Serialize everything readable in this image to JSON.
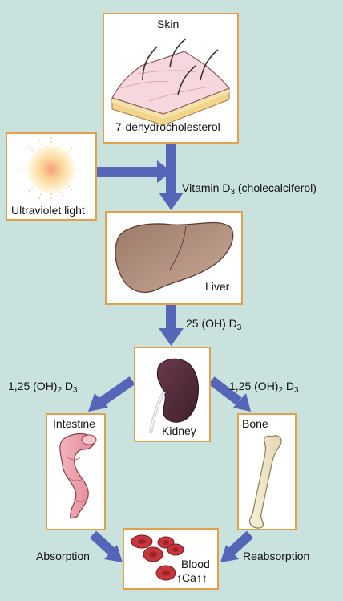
{
  "boxes": {
    "skin": {
      "title": "Skin",
      "caption": "7-dehydrocholesterol"
    },
    "uv": {
      "caption": "Ultraviolet light"
    },
    "liver": {
      "caption": "Liver"
    },
    "kidney": {
      "caption": "Kidney"
    },
    "intestine": {
      "caption": "Intestine"
    },
    "bone": {
      "caption": "Bone"
    },
    "blood": {
      "caption": "Blood",
      "calcium": "↑Ca↑↑"
    }
  },
  "labels": {
    "vitd3_prefix": "Vitamin D",
    "vitd3_sub": "3",
    "vitd3_suffix": " (cholecalciferol)",
    "oh25_prefix": "25 (OH) D",
    "oh25_sub": "3",
    "oh125_prefix": "1,25 (OH)",
    "oh125_sub1": "2",
    "oh125_mid": " D",
    "oh125_sub2": "3",
    "absorption": "Absorption",
    "reabsorption": "Reabsorption"
  },
  "colors": {
    "background": "#c9e2de",
    "box_fill": "#ffffff",
    "box_border": "#e3a04c",
    "arrow": "#5565b8"
  }
}
